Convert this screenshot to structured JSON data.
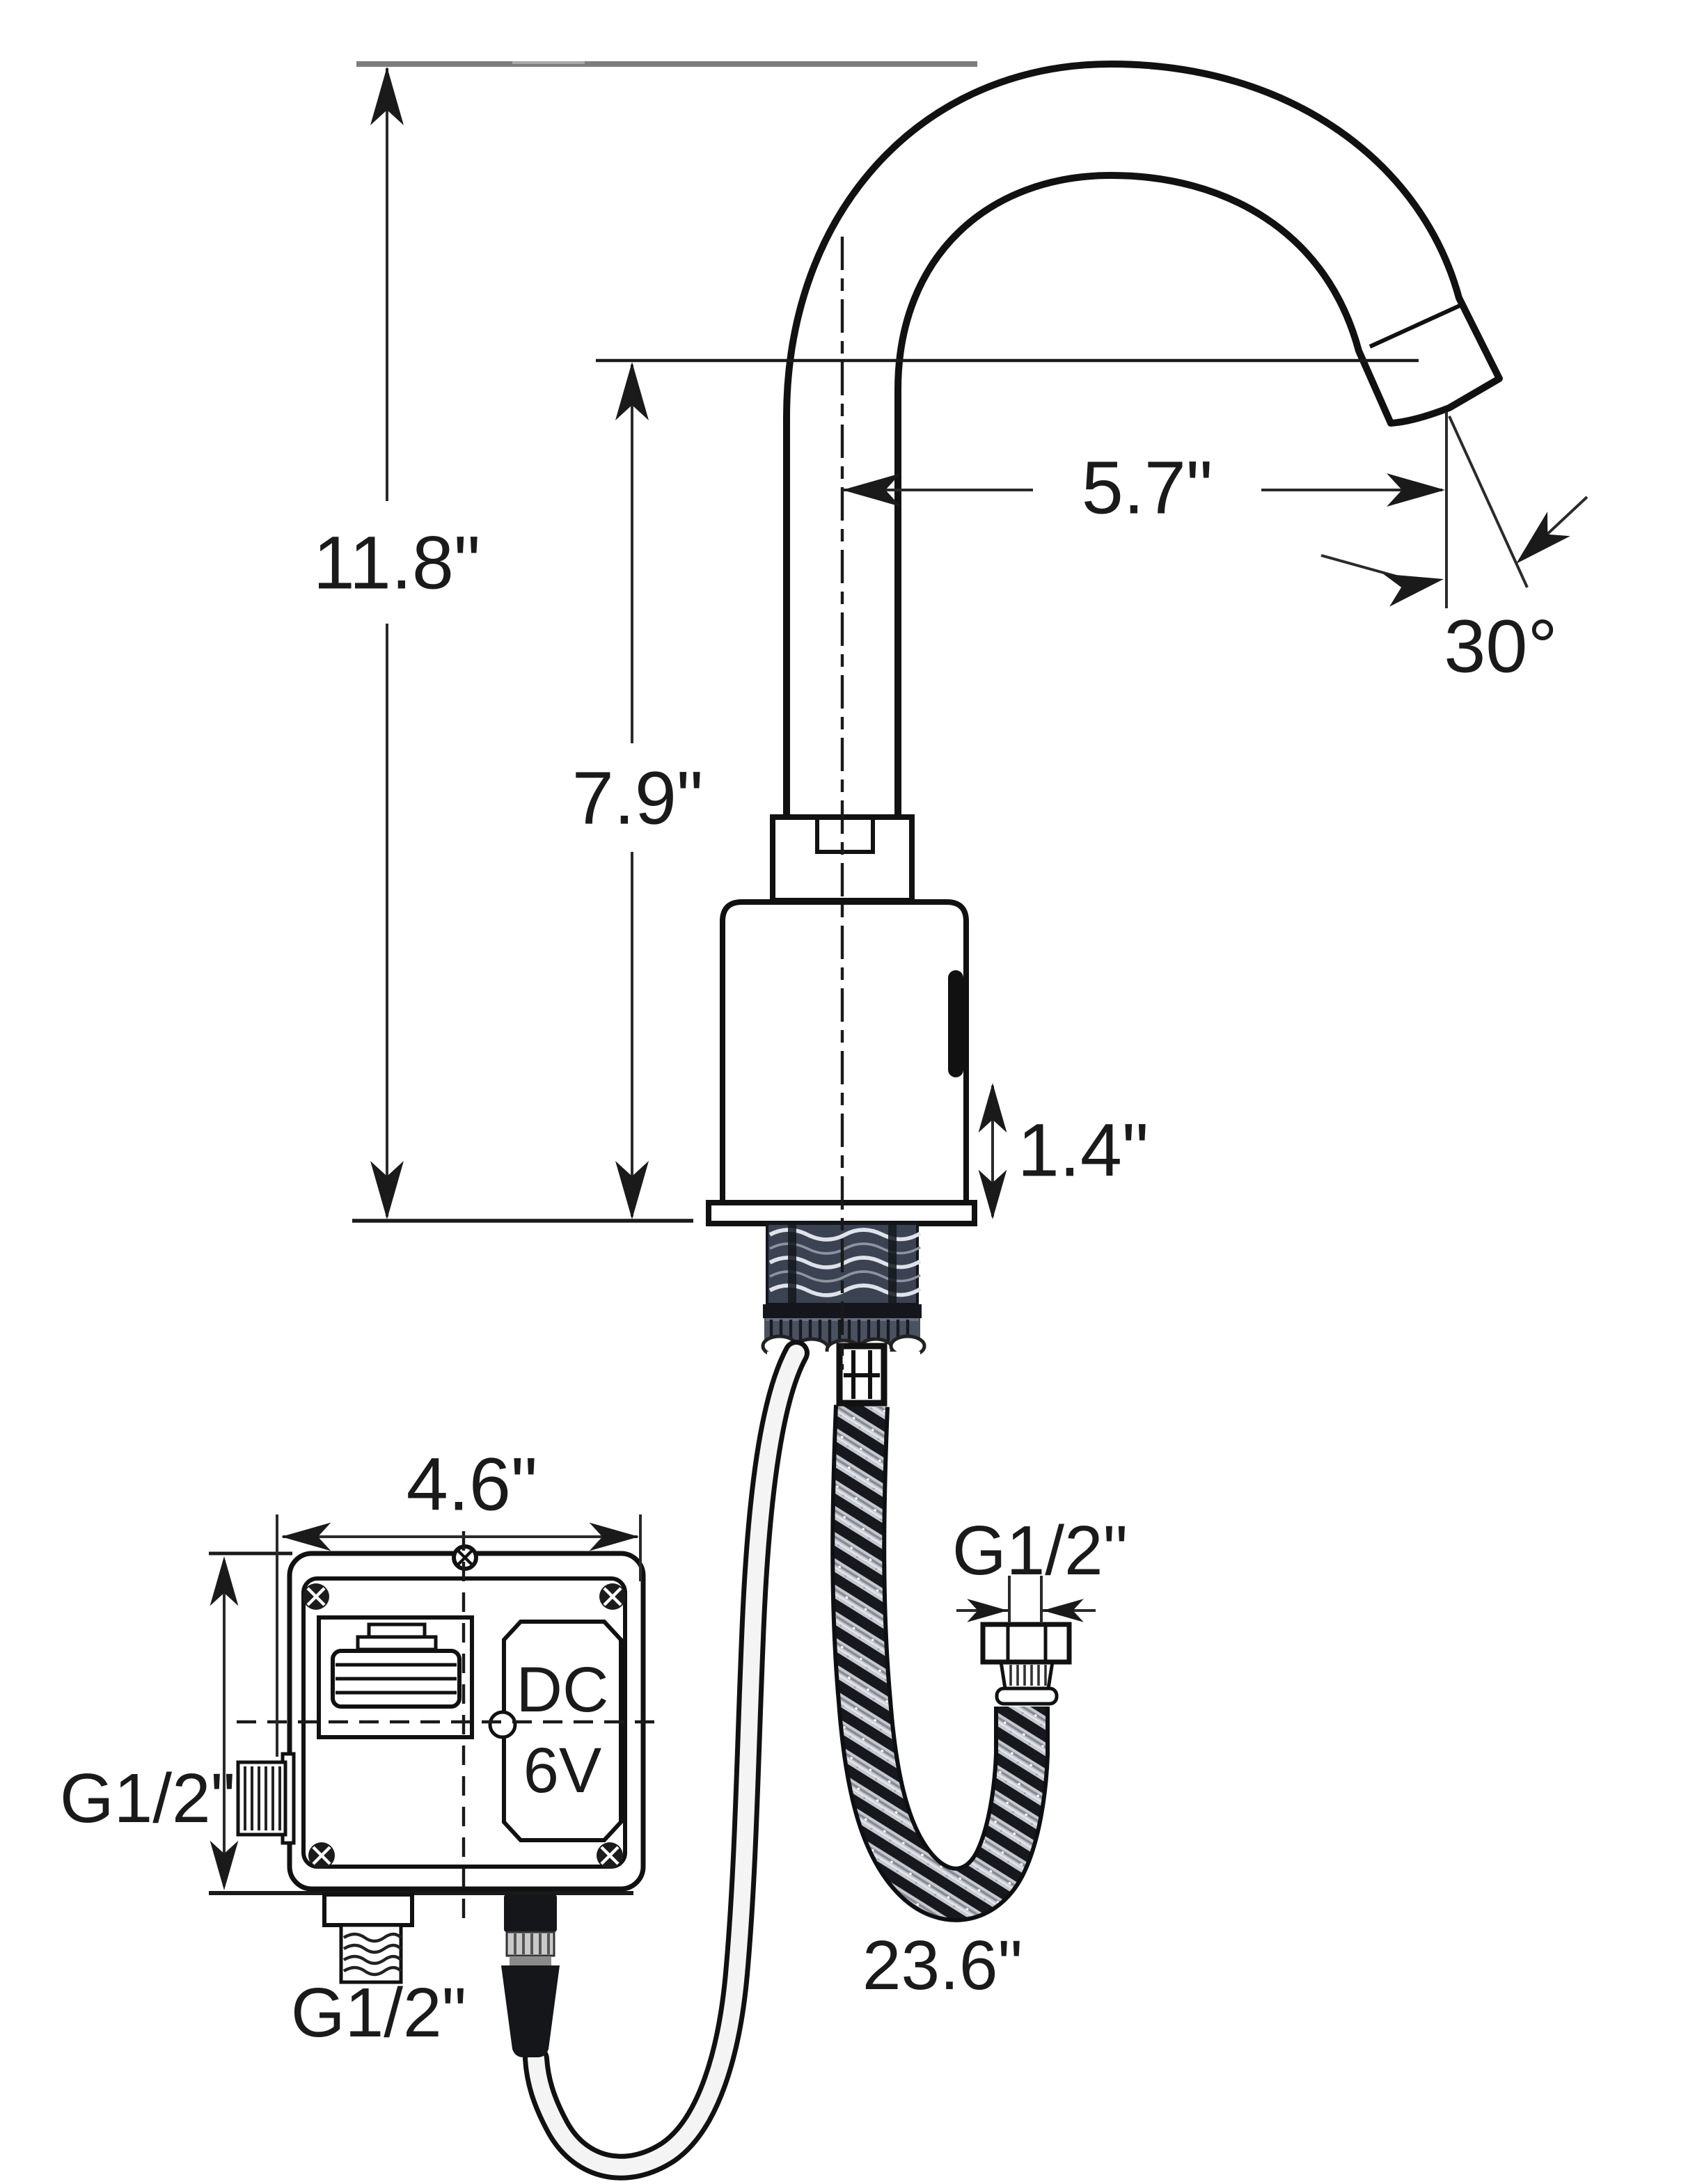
{
  "drawing": {
    "type": "technical-dimension-diagram",
    "subject": "sensor faucet with gooseneck spout, control box and braided supply hose",
    "labels": {
      "total_height": "11.8\"",
      "spout_height": "7.9\"",
      "spout_reach": "5.7\"",
      "spout_angle": "30°",
      "body_height": "1.4\"",
      "box_width": "4.6\"",
      "hose_length": "23.6\"",
      "box_side_thread": "G1/2\"",
      "box_bottom_thread": "G1/2\"",
      "hose_thread": "G1/2\"",
      "power_line1": "DC",
      "power_line2": "6V"
    },
    "colors": {
      "line": "#1a1a1a",
      "dimension_line": "#2a2a2a",
      "gray_reference": "#7d7d7d",
      "shank_thread_fill": "#3b4252",
      "braid_dark": "#16181d",
      "braid_light": "#c6c9cf"
    }
  }
}
